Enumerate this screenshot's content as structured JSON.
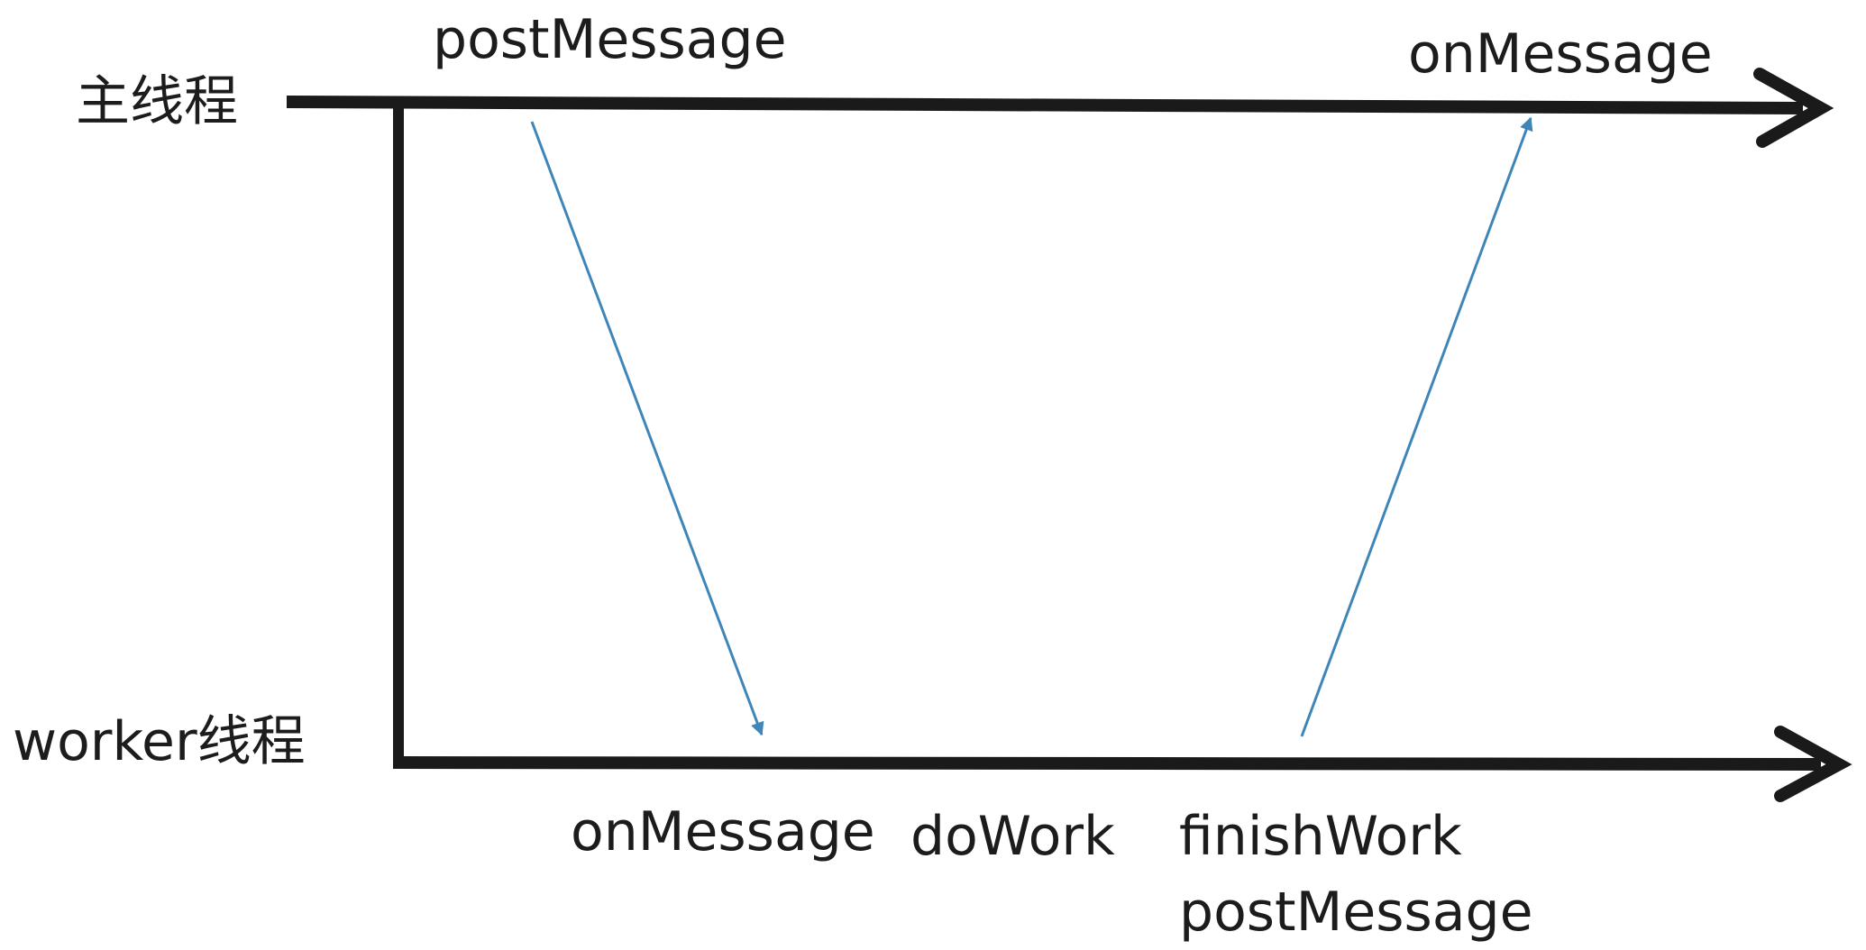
{
  "colors": {
    "thread_line": "#1a1a1a",
    "message_arrow": "#3f86b8",
    "text": "#1c1c1c",
    "background": "#ffffff"
  },
  "main_thread": {
    "label": "主线程",
    "post_label": "postMessage",
    "receive_label": "onMessage"
  },
  "worker_thread": {
    "label": "worker线程",
    "receive_label": "onMessage",
    "work_label": "doWork",
    "finish_label_line1": "finishWork",
    "finish_label_line2": "postMessage"
  }
}
